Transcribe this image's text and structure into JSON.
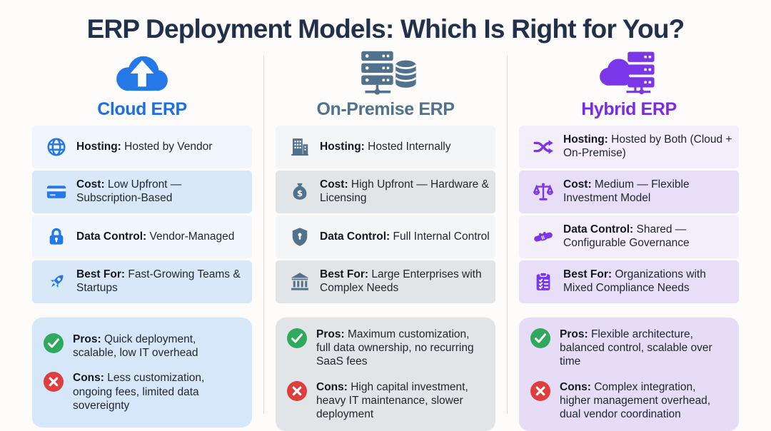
{
  "title": "ERP Deployment Models: Which Is Right for You?",
  "colors": {
    "title_text": "#22304a",
    "cloud_accent": "#2478e8",
    "onprem_accent": "#52718a",
    "hybrid_accent": "#7a2ce2",
    "pros_green": "#2fa95d",
    "cons_red": "#df3e3e"
  },
  "columns": [
    {
      "title": "Cloud ERP",
      "header_icon": "cloud-upload-icon",
      "rows": [
        {
          "icon": "globe-icon",
          "label": "Hosting:",
          "text": "Hosted by Vendor"
        },
        {
          "icon": "credit-card-icon",
          "label": "Cost:",
          "text": "Low Upfront — Subscription-Based"
        },
        {
          "icon": "lock-icon",
          "label": "Data Control:",
          "text": "Vendor-Managed"
        },
        {
          "icon": "rocket-icon",
          "label": "Best For:",
          "text": "Fast-Growing Teams & Startups"
        }
      ],
      "pros": {
        "icon": "check-circle-icon",
        "label": "Pros:",
        "text": "Quick deployment, scalable, low IT overhead"
      },
      "cons": {
        "icon": "x-circle-icon",
        "label": "Cons:",
        "text": "Less customization, ongoing fees, limited data sovereignty"
      }
    },
    {
      "title": "On-Premise ERP",
      "header_icon": "server-database-icon",
      "rows": [
        {
          "icon": "office-building-icon",
          "label": "Hosting:",
          "text": "Hosted Internally"
        },
        {
          "icon": "money-bag-icon",
          "label": "Cost:",
          "text": "High Upfront — Hardware & Licensing"
        },
        {
          "icon": "shield-icon",
          "label": "Data Control:",
          "text": "Full Internal Control"
        },
        {
          "icon": "bank-icon",
          "label": "Best For:",
          "text": "Large Enterprises with Complex Needs"
        }
      ],
      "pros": {
        "icon": "check-circle-icon",
        "label": "Pros:",
        "text": "Maximum customization, full data ownership, no recurring SaaS fees"
      },
      "cons": {
        "icon": "x-circle-icon",
        "label": "Cons:",
        "text": "High capital investment, heavy IT maintenance, slower deployment"
      }
    },
    {
      "title": "Hybrid ERP",
      "header_icon": "cloud-server-icon",
      "rows": [
        {
          "icon": "shuffle-icon",
          "label": "Hosting:",
          "text": "Hosted by Both (Cloud + On-Premise)"
        },
        {
          "icon": "scale-icon",
          "label": "Cost:",
          "text": "Medium — Flexible Investment Model"
        },
        {
          "icon": "handshake-icon",
          "label": "Data Control:",
          "text": "Shared — Configurable Governance"
        },
        {
          "icon": "clipboard-icon",
          "label": "Best For:",
          "text": "Organizations with Mixed Compliance Needs"
        }
      ],
      "pros": {
        "icon": "check-circle-icon",
        "label": "Pros:",
        "text": "Flexible architecture, balanced control, scalable over time"
      },
      "cons": {
        "icon": "x-circle-icon",
        "label": "Cons:",
        "text": "Complex integration, higher management overhead, dual vendor coordination"
      }
    }
  ]
}
